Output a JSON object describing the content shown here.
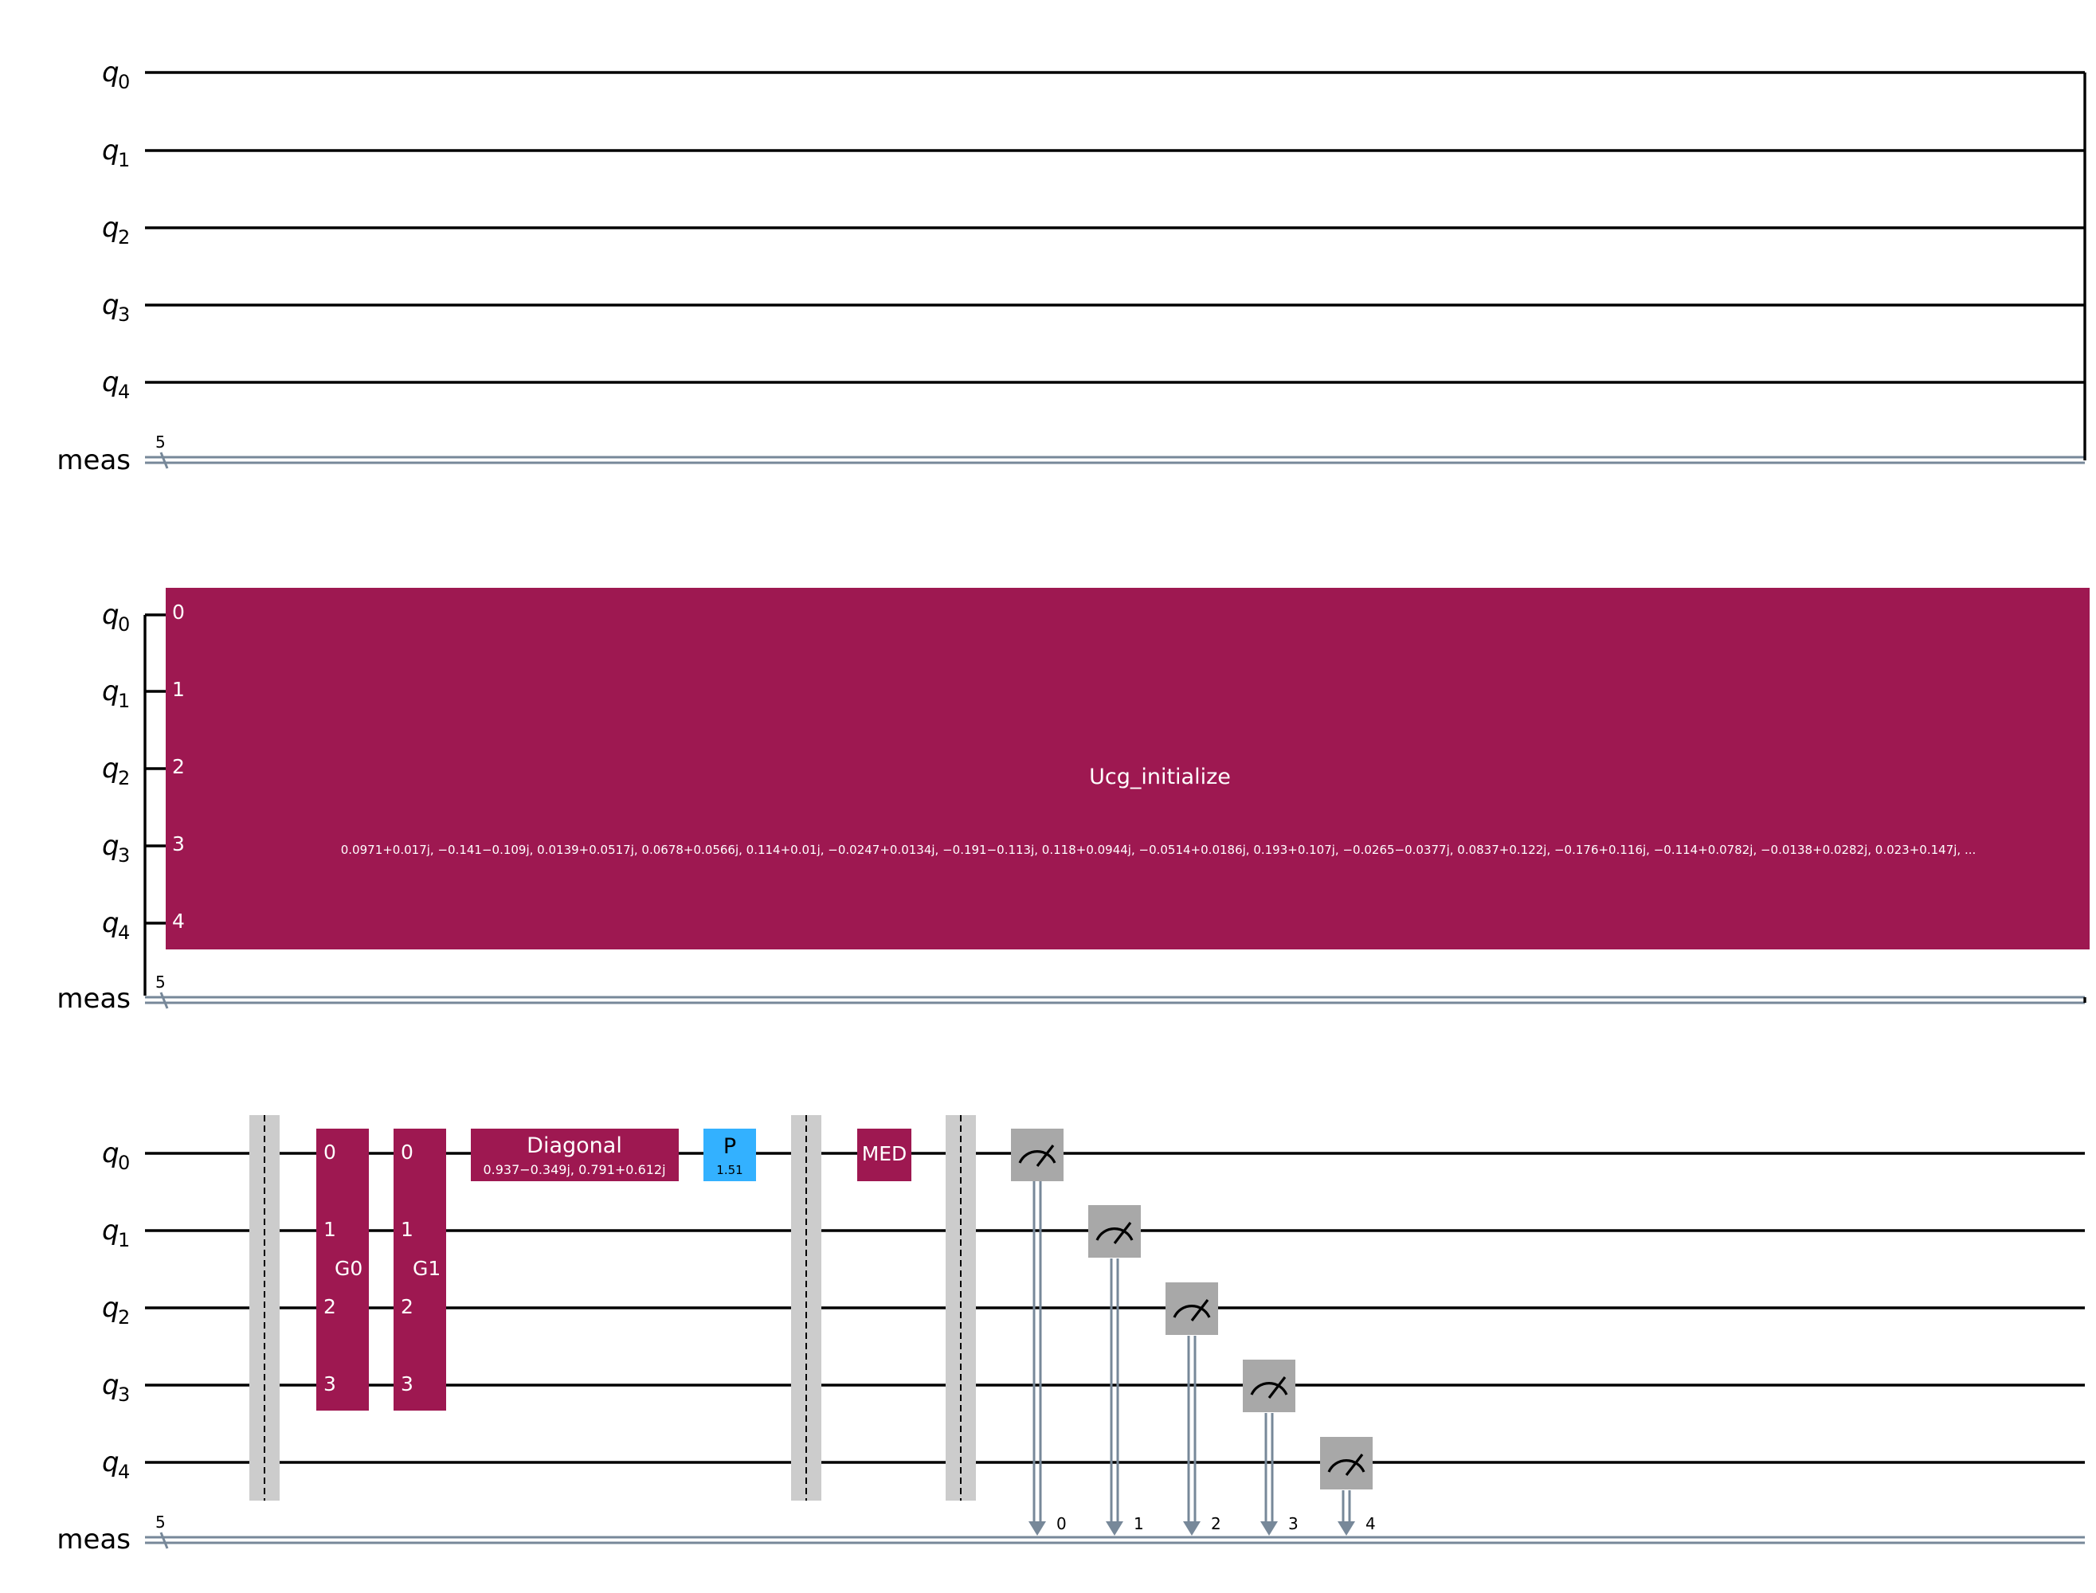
{
  "colors": {
    "wire": "#000000",
    "classical_wire": "#778899",
    "gate_magenta": "#9E1851",
    "gate_blue": "#33B1FF",
    "measure_gray": "#A8A8A8",
    "barrier_gray": "#CCCCCC",
    "gate_text": "#FFFFFF"
  },
  "registers": {
    "qubits": [
      {
        "base": "q",
        "sub": "0"
      },
      {
        "base": "q",
        "sub": "1"
      },
      {
        "base": "q",
        "sub": "2"
      },
      {
        "base": "q",
        "sub": "3"
      },
      {
        "base": "q",
        "sub": "4"
      }
    ],
    "classical": {
      "label": "meas",
      "size": "5"
    }
  },
  "row2": {
    "ucg": {
      "name": "Ucg_initialize",
      "params": "0.0971+0.017j, −0.141−0.109j, 0.0139+0.0517j, 0.0678+0.0566j, 0.114+0.01j, −0.0247+0.0134j, −0.191−0.113j, 0.118+0.0944j, −0.0514+0.0186j, 0.193+0.107j, −0.0265−0.0377j, 0.0837+0.122j, −0.176+0.116j, −0.114+0.0782j, −0.0138+0.0282j, 0.023+0.147j, ...",
      "wire_labels": [
        "0",
        "1",
        "2",
        "3",
        "4"
      ]
    }
  },
  "row3": {
    "g0": {
      "name": "G0",
      "wire_labels": [
        "0",
        "1",
        "2",
        "3"
      ]
    },
    "g1": {
      "name": "G1",
      "wire_labels": [
        "0",
        "1",
        "2",
        "3"
      ]
    },
    "diagonal": {
      "name": "Diagonal",
      "params": "0.937−0.349j, 0.791+0.612j"
    },
    "p_gate": {
      "name": "P",
      "param": "1.51"
    },
    "med": {
      "name": "MED"
    },
    "measure_bits": [
      "0",
      "1",
      "2",
      "3",
      "4"
    ]
  }
}
